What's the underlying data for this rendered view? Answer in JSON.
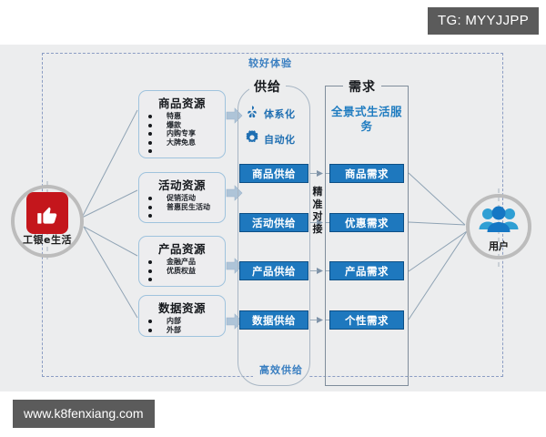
{
  "overlay": {
    "tg_tag": "TG: MYYJJPP",
    "watermark": "www.k8fenxiang.com"
  },
  "diagram": {
    "zone_labels": {
      "top": "较好体验",
      "bottom": "高效供给"
    },
    "left_node": {
      "caption": "工银e生活",
      "icon": "thumbs-up-icon",
      "brand_color": "#c4161c"
    },
    "right_node": {
      "caption": "用户",
      "icon": "users-group-icon",
      "color": "#1e86c9"
    },
    "resources": [
      {
        "title": "商品资源",
        "items": [
          "特惠",
          "爆款",
          "内购专享",
          "大牌免息",
          ""
        ]
      },
      {
        "title": "活动资源",
        "items": [
          "促销活动",
          "普惠民生活动",
          ""
        ]
      },
      {
        "title": "产品资源",
        "items": [
          "金融产品",
          "优质权益",
          ""
        ]
      },
      {
        "title": "数据资源",
        "items": [
          "内部",
          "外部"
        ]
      }
    ],
    "supply": {
      "title": "供给",
      "features": [
        {
          "label": "体系化",
          "icon": "propeller-icon"
        },
        {
          "label": "自动化",
          "icon": "gear-icon"
        }
      ],
      "boxes": [
        "商品供给",
        "活动供给",
        "产品供给",
        "数据供给"
      ],
      "box_color": "#1e78be"
    },
    "match": {
      "label": "精准对接",
      "chars": [
        "精",
        "准",
        "对",
        "接"
      ]
    },
    "demand": {
      "title": "需求",
      "slogan": "全景式生活服务",
      "boxes": [
        "商品需求",
        "优惠需求",
        "产品需求",
        "个性需求"
      ],
      "box_color": "#1e78be"
    }
  }
}
